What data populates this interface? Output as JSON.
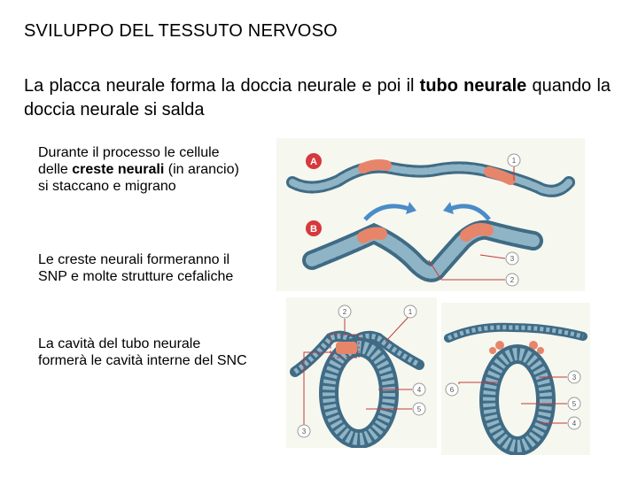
{
  "title": "SVILUPPO DEL TESSUTO NERVOSO",
  "lead": {
    "part1": "La placca neurale forma la doccia neurale e poi il ",
    "bold1": "tubo neurale",
    "part2": " quando la doccia neurale si salda"
  },
  "para1": {
    "t1": "Durante il processo le cellule delle ",
    "b1": "creste neurali",
    "t2": " (in arancio) si staccano e migrano"
  },
  "para2": "Le creste neurali formeranno il SNP e molte strutture cefaliche",
  "para3": "La cavità del tubo neurale formerà le cavità interne del SNC",
  "figure": {
    "stage_a": "A",
    "stage_b": "B",
    "labels_top": [
      "1",
      "3",
      "2"
    ],
    "labels_left": [
      "2",
      "1",
      "4",
      "5",
      "3"
    ],
    "labels_right": [
      "3",
      "6",
      "5",
      "4"
    ],
    "colors": {
      "cell": "#6f9bb0",
      "cell_dark": "#3f6b85",
      "crest": "#e7856a",
      "stage_badge": "#d6393c",
      "arrow": "#4a8cc8",
      "leader": "#c23b3b"
    }
  }
}
